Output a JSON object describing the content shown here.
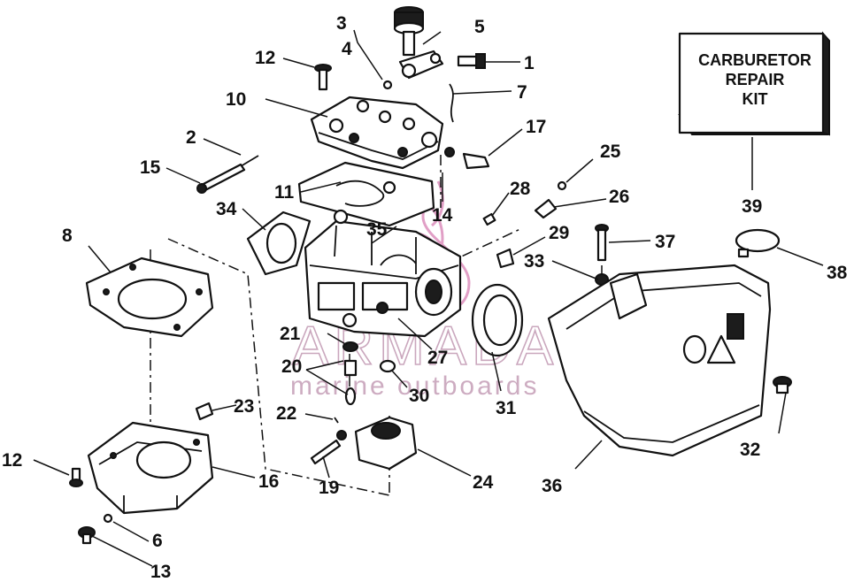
{
  "diagram": {
    "kit_box": {
      "lines": [
        "CARBURETOR",
        "REPAIR",
        "KIT"
      ]
    },
    "watermark": {
      "title": "ARMADA",
      "subtitle": "marine outboards"
    },
    "callouts": [
      {
        "id": "c1",
        "label": "1"
      },
      {
        "id": "c2",
        "label": "2"
      },
      {
        "id": "c3",
        "label": "3"
      },
      {
        "id": "c4",
        "label": "4"
      },
      {
        "id": "c5",
        "label": "5"
      },
      {
        "id": "c6",
        "label": "6"
      },
      {
        "id": "c7",
        "label": "7"
      },
      {
        "id": "c8",
        "label": "8"
      },
      {
        "id": "c10",
        "label": "10"
      },
      {
        "id": "c11",
        "label": "11"
      },
      {
        "id": "c12a",
        "label": "12"
      },
      {
        "id": "c12b",
        "label": "12"
      },
      {
        "id": "c13",
        "label": "13"
      },
      {
        "id": "c14",
        "label": "14"
      },
      {
        "id": "c15",
        "label": "15"
      },
      {
        "id": "c16",
        "label": "16"
      },
      {
        "id": "c17",
        "label": "17"
      },
      {
        "id": "c19",
        "label": "19"
      },
      {
        "id": "c20",
        "label": "20"
      },
      {
        "id": "c21",
        "label": "21"
      },
      {
        "id": "c22",
        "label": "22"
      },
      {
        "id": "c23",
        "label": "23"
      },
      {
        "id": "c24",
        "label": "24"
      },
      {
        "id": "c25",
        "label": "25"
      },
      {
        "id": "c26",
        "label": "26"
      },
      {
        "id": "c27",
        "label": "27"
      },
      {
        "id": "c28",
        "label": "28"
      },
      {
        "id": "c29",
        "label": "29"
      },
      {
        "id": "c30",
        "label": "30"
      },
      {
        "id": "c31",
        "label": "31"
      },
      {
        "id": "c32",
        "label": "32"
      },
      {
        "id": "c33",
        "label": "33"
      },
      {
        "id": "c34",
        "label": "34"
      },
      {
        "id": "c35",
        "label": "35"
      },
      {
        "id": "c36",
        "label": "36"
      },
      {
        "id": "c37",
        "label": "37"
      },
      {
        "id": "c38",
        "label": "38"
      },
      {
        "id": "c39",
        "label": "39"
      }
    ]
  }
}
